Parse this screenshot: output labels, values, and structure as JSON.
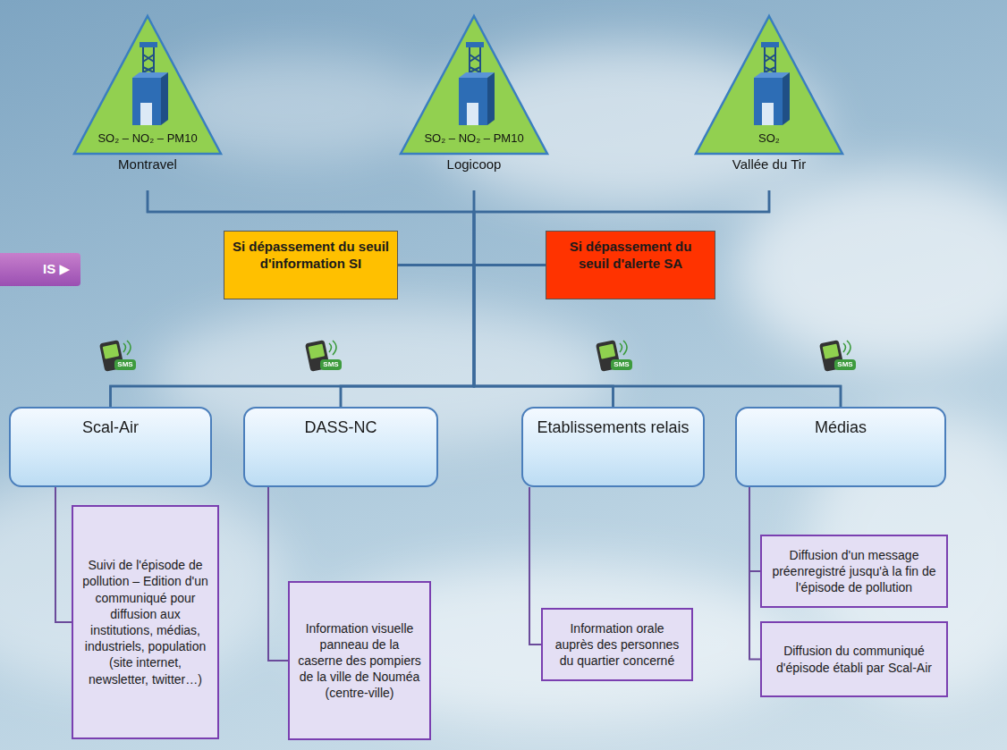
{
  "diagram": {
    "nodes": [
      {
        "text": [
          "SO₂ – NO₂ – PM10",
          "Montravel"
        ]
      },
      {
        "text": [
          "SO₂ – NO₂ – PM10",
          "Logicoop"
        ]
      },
      {
        "text": [
          "SO₂",
          "Vallée du Tir"
        ]
      },
      {
        "text": [
          "IS ▶"
        ]
      },
      {
        "text": [
          "Si dépassement du seuil d'information SI"
        ]
      },
      {
        "text": [
          "Si dépassement du seuil d'alerte SA"
        ]
      },
      {
        "text": [
          "Scal-Air"
        ]
      },
      {
        "text": [
          "DASS-NC"
        ]
      },
      {
        "text": [
          "Etablissements relais"
        ]
      },
      {
        "text": [
          "Médias"
        ]
      },
      {
        "text": [
          "Suivi de l'épisode de pollution – Edition d'un communiqué pour diffusion aux institutions, médias, industriels, population (site internet, newsletter, twitter…)"
        ]
      },
      {
        "text": [
          "Information visuelle panneau de la caserne des pompiers de la ville de Nouméa (centre-ville)"
        ]
      },
      {
        "text": [
          "Information orale auprès des personnes du quartier concerné"
        ]
      },
      {
        "text": [
          "Diffusion d'un message préenregistré jusqu'à la fin de l'épisode de pollution"
        ]
      },
      {
        "text": [
          "Diffusion du communiqué d'épisode établi par Scal-Air"
        ]
      }
    ],
    "edges": [
      {
        "from": 0,
        "to": 4,
        "arrow": "none"
      },
      {
        "from": 0,
        "to": 5,
        "arrow": "none"
      },
      {
        "from": 1,
        "to": 4,
        "arrow": "none"
      },
      {
        "from": 1,
        "to": 5,
        "arrow": "none"
      },
      {
        "from": 2,
        "to": 4,
        "arrow": "none"
      },
      {
        "from": 2,
        "to": 5,
        "arrow": "none"
      },
      {
        "from": 4,
        "to": 6,
        "arrow": "none"
      },
      {
        "from": 4,
        "to": 7,
        "arrow": "none"
      },
      {
        "from": 4,
        "to": 8,
        "arrow": "none"
      },
      {
        "from": 4,
        "to": 9,
        "arrow": "none"
      },
      {
        "from": 5,
        "to": 6,
        "arrow": "none"
      },
      {
        "from": 5,
        "to": 7,
        "arrow": "none"
      },
      {
        "from": 5,
        "to": 8,
        "arrow": "none"
      },
      {
        "from": 5,
        "to": 9,
        "arrow": "none"
      },
      {
        "from": 6,
        "to": 10,
        "arrow": "none"
      },
      {
        "from": 7,
        "to": 11,
        "arrow": "none"
      },
      {
        "from": 8,
        "to": 12,
        "arrow": "none"
      },
      {
        "from": 9,
        "to": 13,
        "arrow": "none"
      },
      {
        "from": 9,
        "to": 14,
        "arrow": "none"
      }
    ],
    "labels": [
      "SMS",
      "SMS",
      "SMS",
      "SMS"
    ]
  }
}
